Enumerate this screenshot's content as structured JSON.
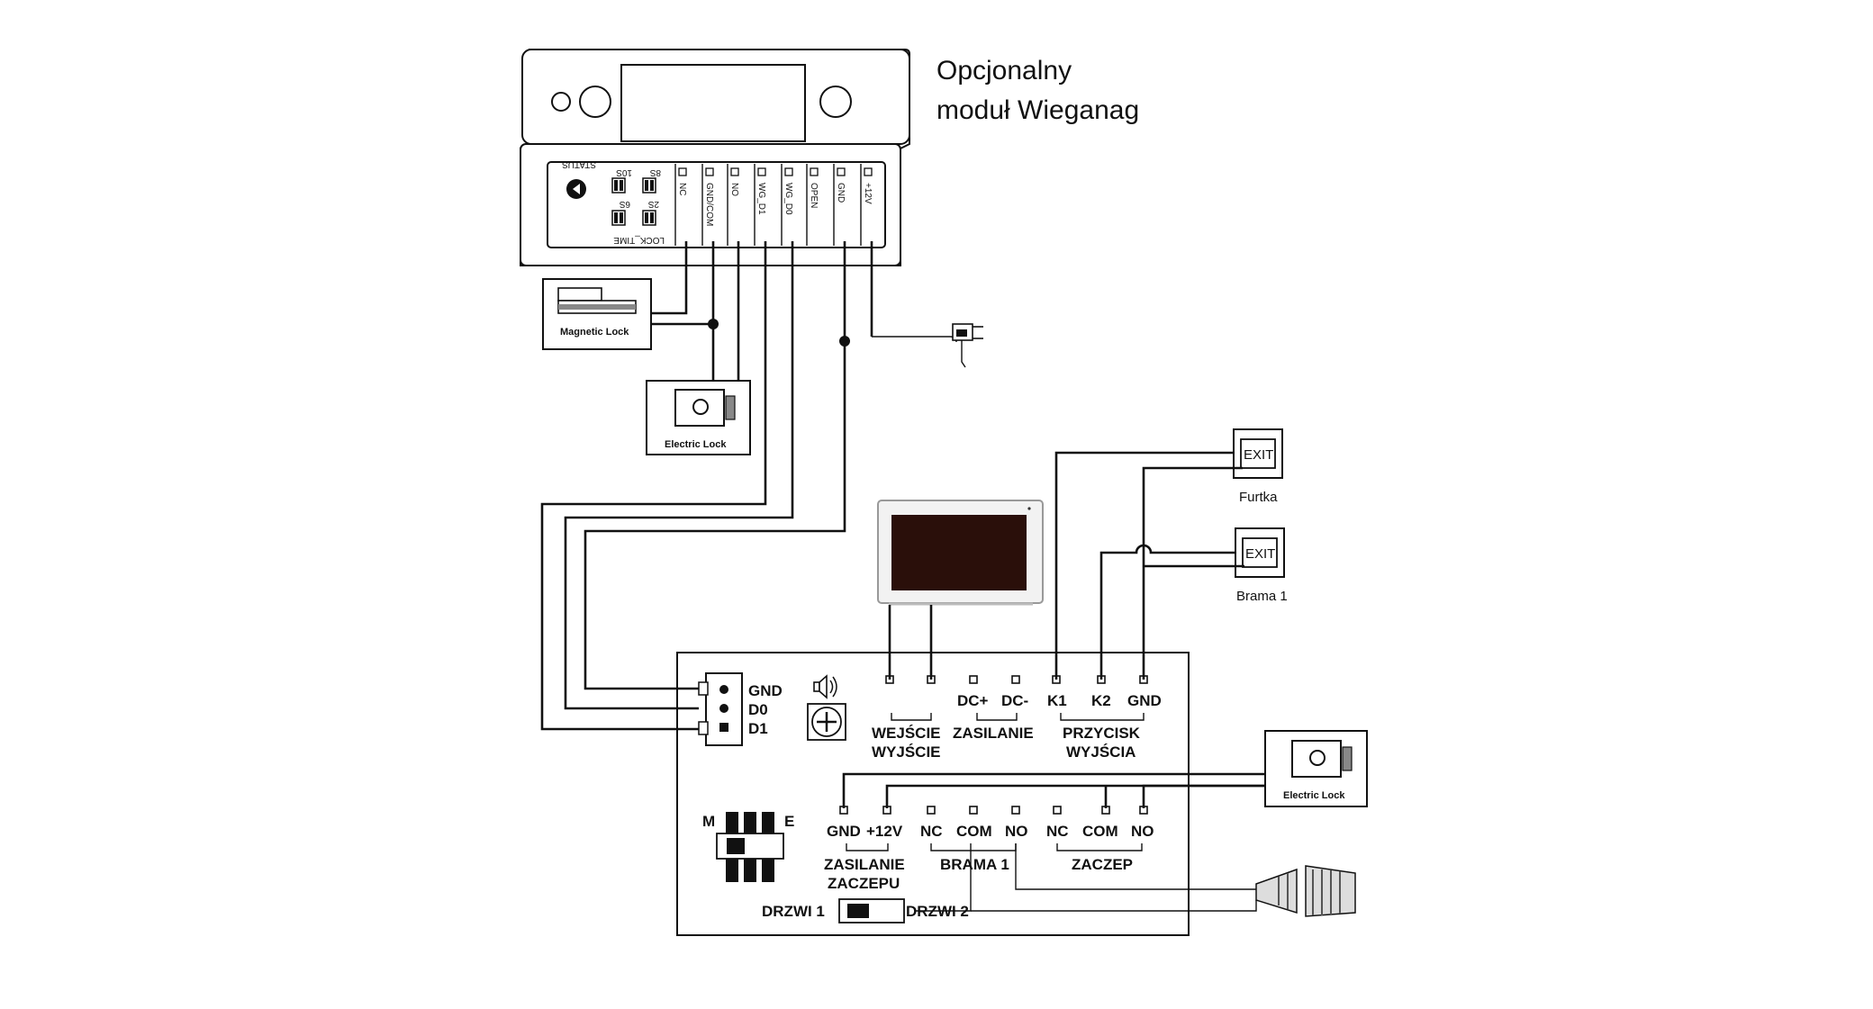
{
  "wiegand_module": {
    "caption_line1": "Opcjonalny",
    "caption_line2": "moduł Wieganag",
    "status_label": "STATUS",
    "lock_time_label": "LOCK_TIME",
    "dip_labels": [
      "10S",
      "8S",
      "6S",
      "2S"
    ],
    "terminals": [
      "NC",
      "GND/COM",
      "NO",
      "WG_D1",
      "WG_D0",
      "OPEN",
      "GND",
      "+12V"
    ]
  },
  "devices": {
    "magnetic_lock": "Magnetic Lock",
    "electric_lock_top": "Electric Lock",
    "electric_lock_right": "Electric Lock",
    "exit_label": "EXIT",
    "exit1_caption": "Furtka",
    "exit2_caption": "Brama 1"
  },
  "panel": {
    "wiegand_pins": [
      "GND",
      "D0",
      "D1"
    ],
    "top_terminals": [
      "DC+",
      "DC-",
      "K1",
      "K2",
      "GND"
    ],
    "group_wejscie_1": "WEJŚCIE",
    "group_wejscie_2": "WYJŚCIE",
    "group_zasilanie": "ZASILANIE",
    "group_przycisk_1": "PRZYCISK",
    "group_przycisk_2": "WYJŚCIA",
    "bottom_terminals": [
      "GND",
      "+12V",
      "NC",
      "COM",
      "NO",
      "NC",
      "COM",
      "NO"
    ],
    "group_zasilanie_zaczepu_1": "ZASILANIE",
    "group_zasilanie_zaczepu_2": "ZACZEPU",
    "group_brama": "BRAMA 1",
    "group_zaczep": "ZACZEP",
    "switch_m": "M",
    "switch_e": "E",
    "drzwi1": "DRZWI 1",
    "drzwi2": "DRZWI 2"
  }
}
